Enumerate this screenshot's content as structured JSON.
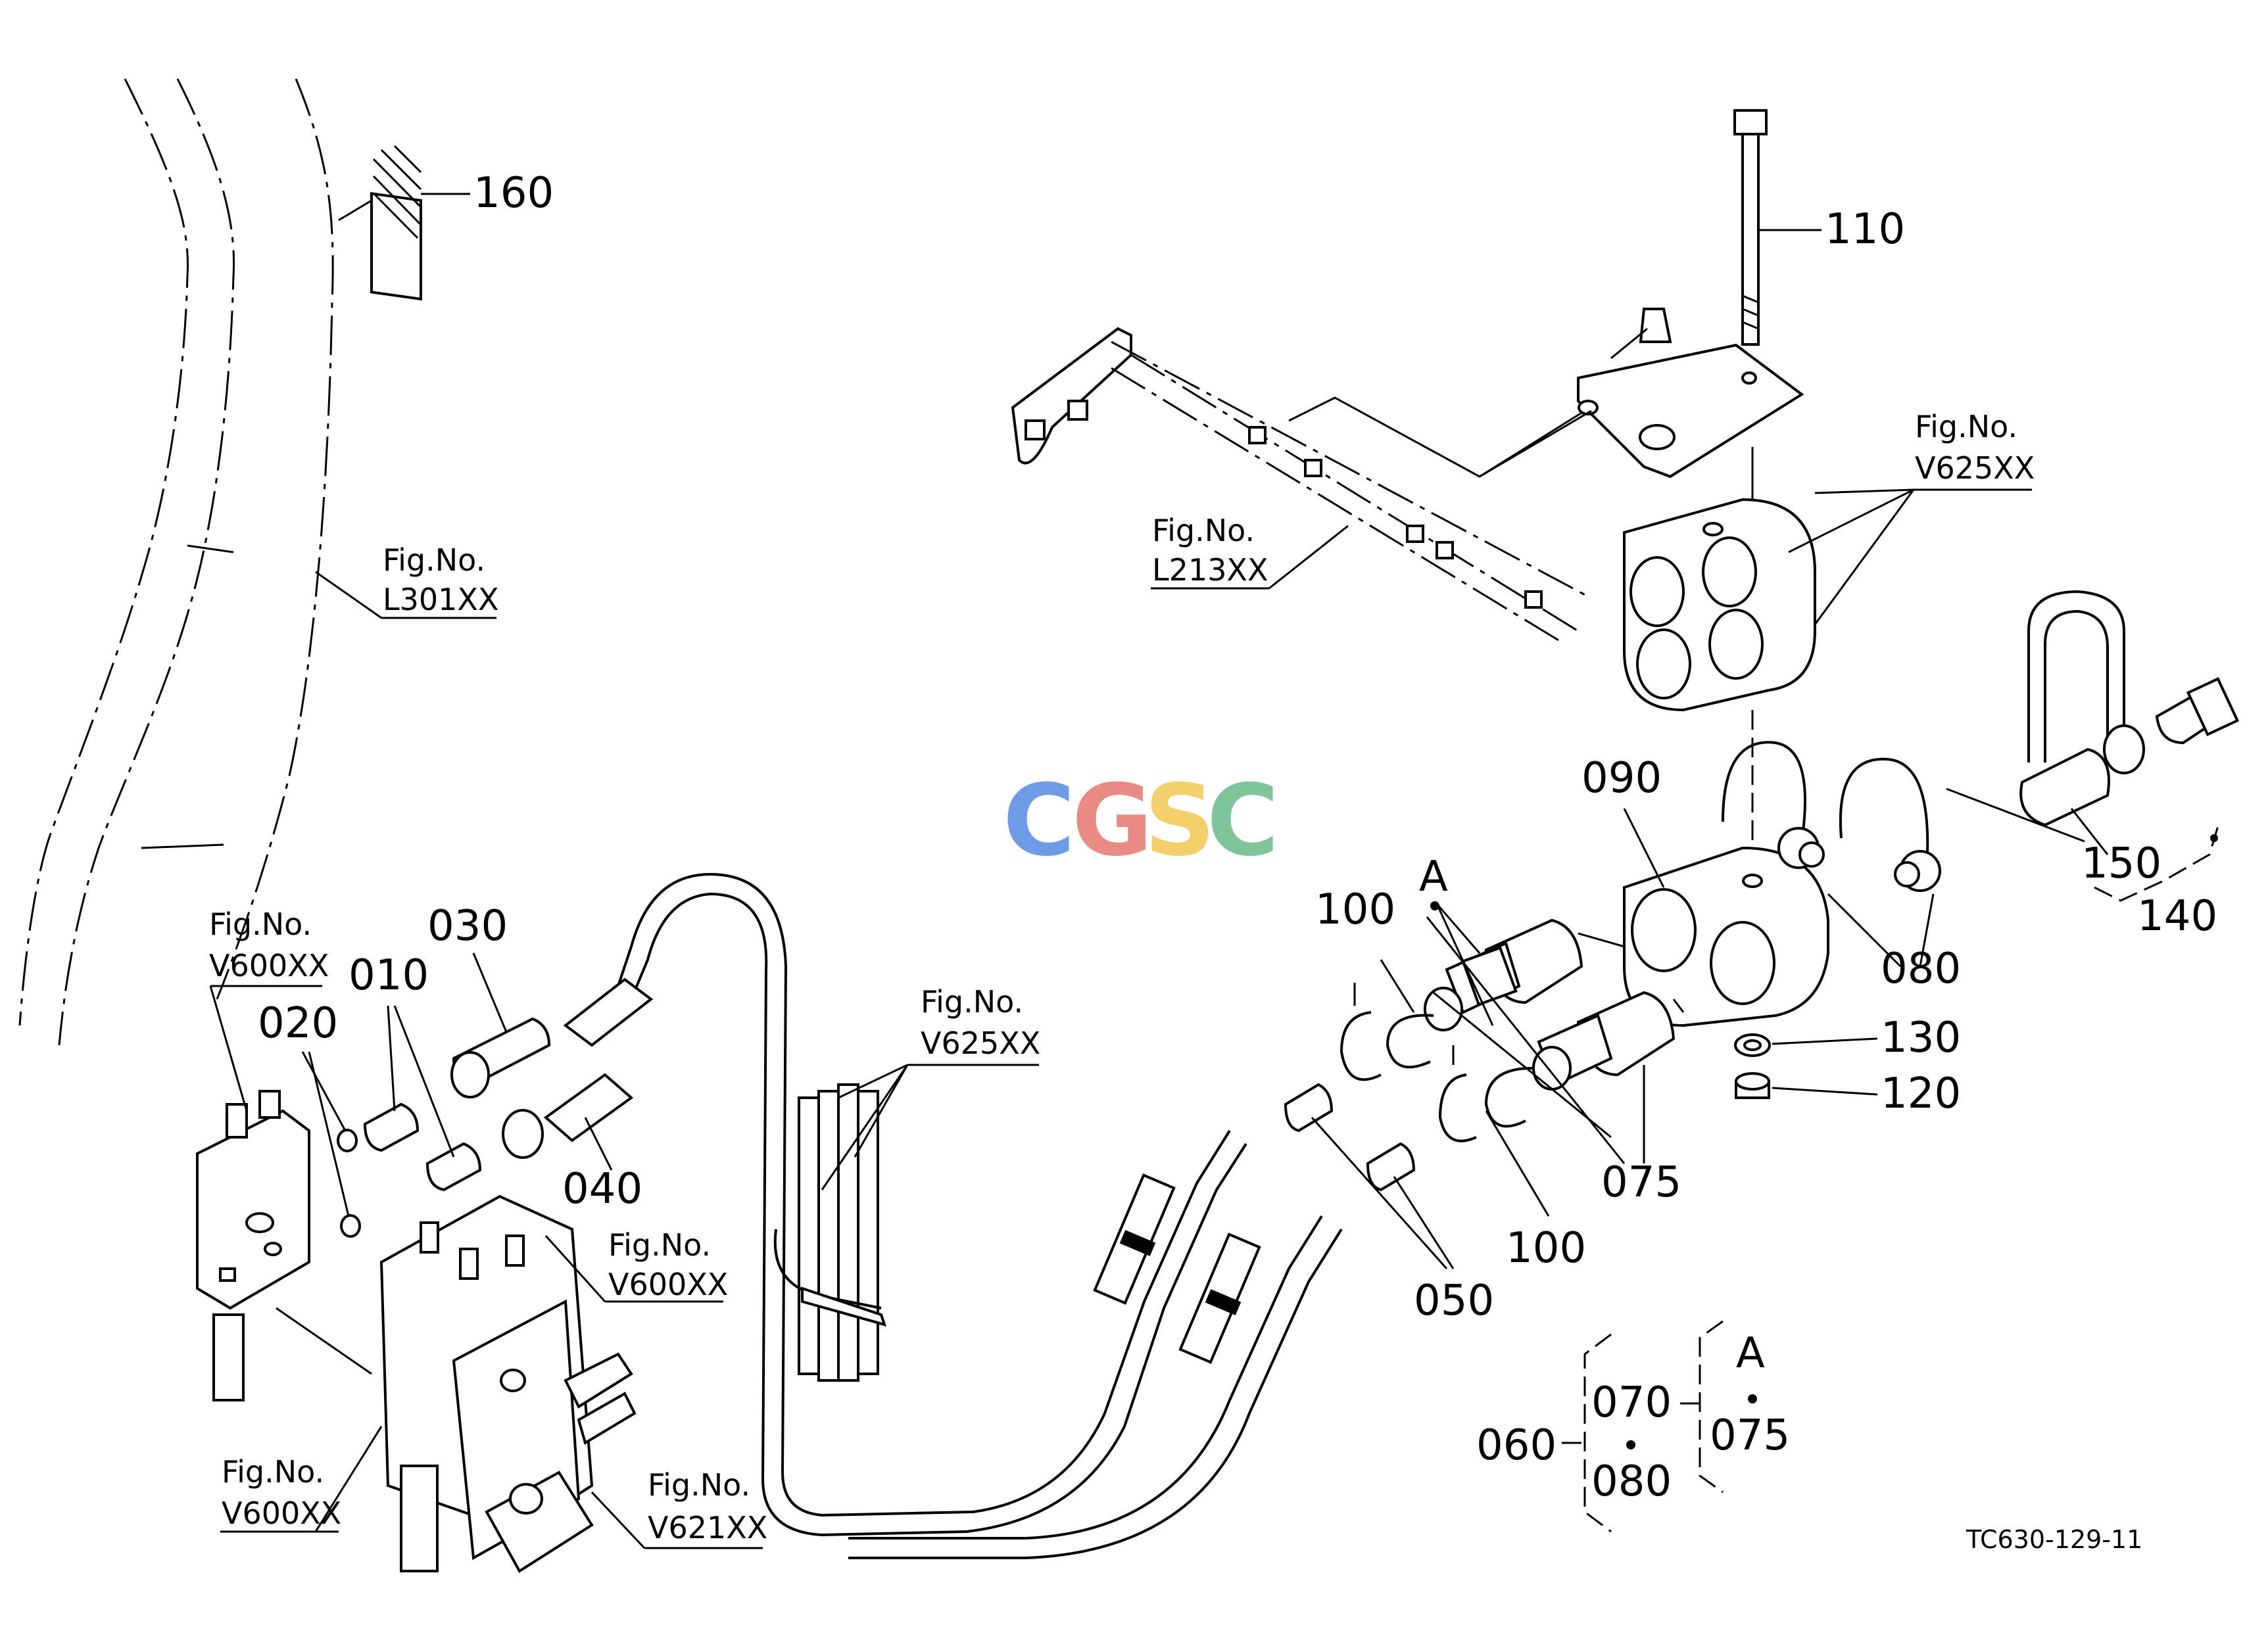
{
  "diagram_code": "TC630-129-11",
  "watermark": {
    "letters": [
      {
        "char": "C",
        "color": "#6d9be8"
      },
      {
        "char": "G",
        "color": "#ea8a85"
      },
      {
        "char": "S",
        "color": "#f3d06a"
      },
      {
        "char": "C",
        "color": "#7fc49a"
      }
    ]
  },
  "callouts": {
    "p010": "010",
    "p020": "020",
    "p030": "030",
    "p040": "040",
    "p050": "050",
    "p060": "060",
    "p070": "070",
    "p075a": "075",
    "p075b": "075",
    "p080a": "080",
    "p080b": "080",
    "p090": "090",
    "p100a": "100",
    "p100b": "100",
    "p110": "110",
    "p120": "120",
    "p130": "130",
    "p140": "140",
    "p150": "150",
    "p160": "160",
    "markA1": "A",
    "markA2": "A"
  },
  "fig_refs": {
    "prefix": "Fig.No.",
    "l301": "L301XX",
    "l213": "L213XX",
    "v625_top": "V625XX",
    "v625_mid": "V625XX",
    "v600_a": "V600XX",
    "v600_b": "V600XX",
    "v600_c": "V600XX",
    "v621": "V621XX"
  }
}
